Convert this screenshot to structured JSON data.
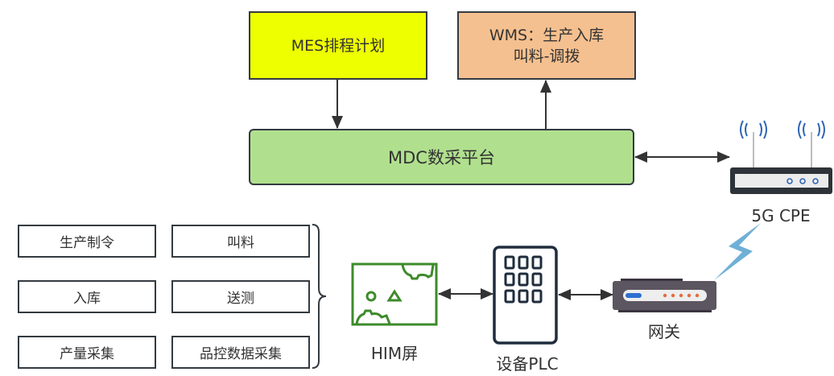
{
  "colors": {
    "mes_fill": "#eeff00",
    "wms_fill": "#f5c08f",
    "mdc_fill": "#b0e08e",
    "stroke": "#333a40",
    "him_green": "#3d8b2a",
    "plc_navy": "#1f2d3d",
    "antenna_blue": "#2f65b5",
    "lightning_blue": "#6fb0d6",
    "gateway_body": "#5c5660",
    "gateway_led_orange": "#e46d3c"
  },
  "nodes": {
    "mes": {
      "label": "MES排程计划"
    },
    "wms": {
      "line1": "WMS：生产入库",
      "line2": "叫料-调拨"
    },
    "mdc": {
      "label": "MDC数采平台"
    },
    "cpe": {
      "label": "5G CPE"
    },
    "gateway": {
      "label": "网关"
    },
    "plc": {
      "label": "设备PLC"
    },
    "him": {
      "label": "HIM屏"
    }
  },
  "tasks": [
    {
      "label": "生产制令"
    },
    {
      "label": "叫料"
    },
    {
      "label": "入库"
    },
    {
      "label": "送测"
    },
    {
      "label": "产量采集"
    },
    {
      "label": "品控数据采集"
    }
  ],
  "edges": [
    {
      "from": "MES排程计划",
      "to": "MDC数采平台",
      "direction": "one-way"
    },
    {
      "from": "MDC数采平台",
      "to": "WMS：生产入库 叫料-调拨",
      "direction": "one-way"
    },
    {
      "from": "MDC数采平台",
      "to": "5G CPE",
      "direction": "two-way"
    },
    {
      "from": "5G CPE",
      "to": "网关",
      "direction": "wireless"
    },
    {
      "from": "网关",
      "to": "设备PLC",
      "direction": "two-way"
    },
    {
      "from": "设备PLC",
      "to": "HIM屏",
      "direction": "two-way"
    },
    {
      "from": "task group",
      "to": "HIM屏",
      "direction": "brace"
    }
  ]
}
